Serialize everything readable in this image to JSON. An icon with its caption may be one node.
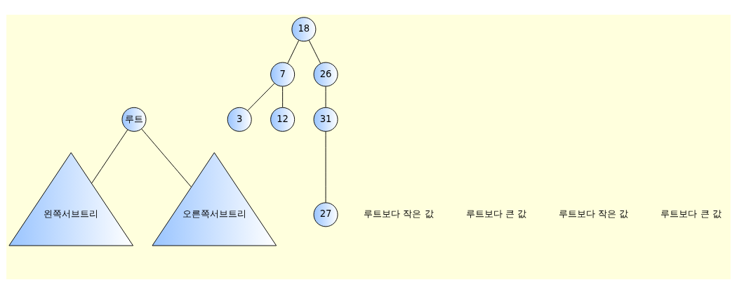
{
  "diagram": {
    "nodes": [
      {
        "text": [
          "루트"
        ]
      },
      {
        "text": [
          "왼쪽서브트리"
        ]
      },
      {
        "text": [
          "오른쪽서브트리"
        ]
      },
      {
        "text": [
          "18"
        ]
      },
      {
        "text": [
          "7"
        ]
      },
      {
        "text": [
          "26"
        ]
      },
      {
        "text": [
          "3"
        ]
      },
      {
        "text": [
          "12"
        ]
      },
      {
        "text": [
          "31"
        ]
      },
      {
        "text": [
          "27"
        ]
      }
    ],
    "edges": [
      {
        "from": 0,
        "to": 1,
        "arrow": "none"
      },
      {
        "from": 0,
        "to": 2,
        "arrow": "none"
      },
      {
        "from": 3,
        "to": 4,
        "arrow": "none"
      },
      {
        "from": 3,
        "to": 5,
        "arrow": "none"
      },
      {
        "from": 4,
        "to": 6,
        "arrow": "none"
      },
      {
        "from": 4,
        "to": 7,
        "arrow": "none"
      },
      {
        "from": 5,
        "to": 8,
        "arrow": "none"
      },
      {
        "from": 8,
        "to": 9,
        "arrow": "none"
      }
    ],
    "labels": [
      "루트보다 작은 값",
      "루트보다 큰 값",
      "루트보다 작은 값",
      "루트보다 큰 값"
    ]
  }
}
